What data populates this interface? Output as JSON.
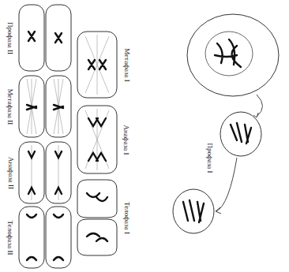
{
  "diagram": {
    "labels": [
      "Профаза II",
      "Метафаза II",
      "Анафаза II",
      "Телофаза II",
      "Метафаза I",
      "Анафаза I",
      "Телофаза I",
      "Профаза I"
    ]
  }
}
